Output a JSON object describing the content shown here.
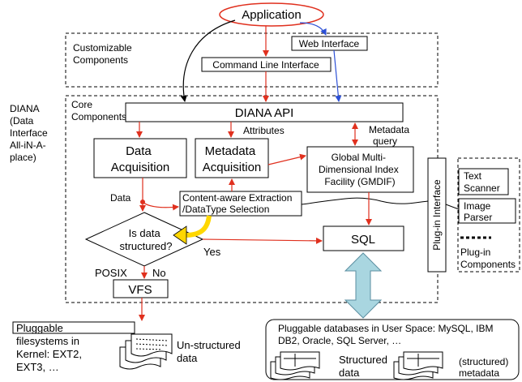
{
  "nodes": {
    "application": "Application",
    "web_interface": "Web Interface",
    "customizable": [
      "Customizable",
      "Components"
    ],
    "cli": "Command Line Interface",
    "diana_side": [
      "DIANA",
      "(Data",
      "Interface",
      "All-iN-A-",
      "place)"
    ],
    "core": [
      "Core",
      "Components"
    ],
    "diana_api": "DIANA API",
    "attributes": "Attributes",
    "metadata_query": [
      "Metadata",
      "query"
    ],
    "data_acq": [
      "Data",
      "Acquisition"
    ],
    "meta_acq": [
      "Metadata",
      "Acquisition"
    ],
    "gmdif": [
      "Global Multi-",
      "Dimensional Index",
      "Facility (GMDIF)"
    ],
    "data_label": "Data",
    "content_aware": [
      "Content-aware Extraction",
      "/DataType Selection"
    ],
    "is_structured": [
      "Is data",
      "structured?"
    ],
    "yes": "Yes",
    "no": "No",
    "posix": "POSIX",
    "sql": "SQL",
    "vfs": "VFS",
    "plugin_interface": "Plug-in Interface",
    "text_scanner": [
      "Text",
      "Scanner"
    ],
    "image_parser": [
      "Image",
      "Parser"
    ],
    "plugin_components": [
      "Plug-in",
      "Components"
    ],
    "pluggable_fs": [
      "Pluggable",
      "filesystems in",
      "Kernel: EXT2,",
      "EXT3, …"
    ],
    "unstructured": [
      "Un-structured",
      "data"
    ],
    "pluggable_db": [
      "Pluggable databases in User Space: MySQL, IBM",
      "DB2, Oracle, SQL Server, …"
    ],
    "structured_data": [
      "Structured",
      "data"
    ],
    "structured_meta": [
      "(structured)",
      "metadata"
    ]
  },
  "colors": {
    "arrow_red": "#e0301e",
    "arrow_blue": "#2b4fd6",
    "arrow_black": "#000000",
    "highlight": "#ffd700",
    "db_arrow": "#a9d6e0"
  }
}
